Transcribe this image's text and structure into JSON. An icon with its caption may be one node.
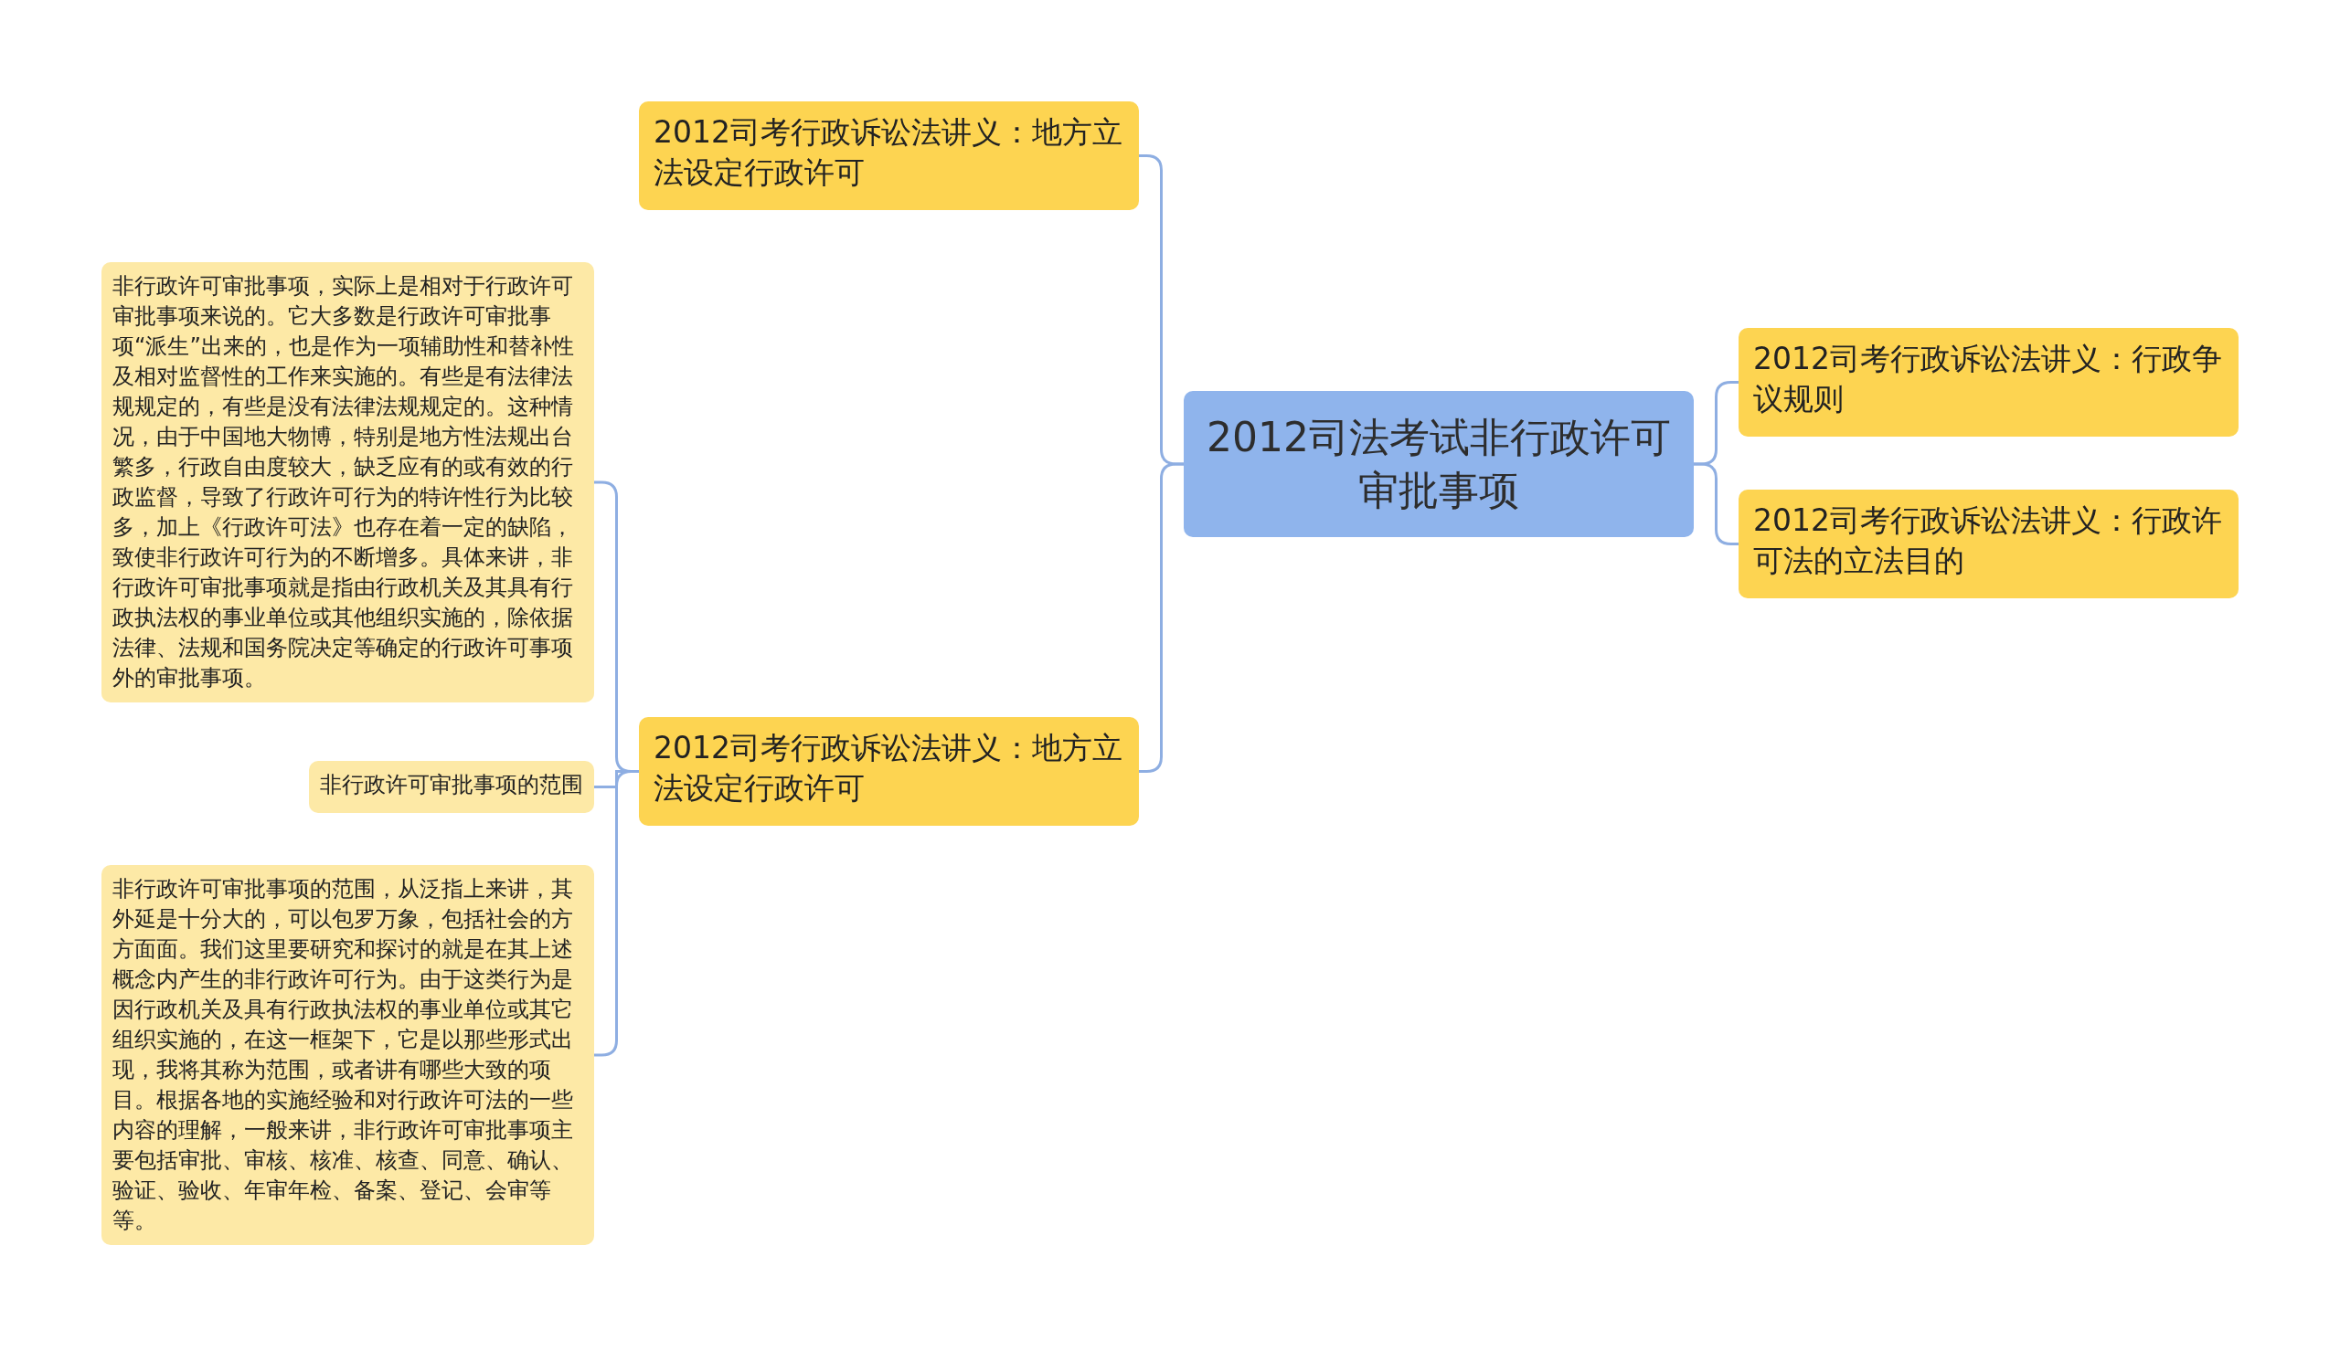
{
  "diagram": {
    "nodes": [
      {
        "text": [
          "2012司法考试非行政许可审批事项"
        ]
      },
      {
        "text": [
          "2012司考行政诉讼法讲义：地方立法设定行政许可"
        ]
      },
      {
        "text": [
          "2012司考行政诉讼法讲义：地方立法设定行政许可"
        ]
      },
      {
        "text": [
          "非行政许可审批事项，实际上是相对于行政许可审批事项来说的。它大多数是行政许可审批事项“派生”出来的，也是作为一项辅助性和替补性及相对监督性的工作来实施的。有些是有法律法规规定的，有些是没有法律法规规定的。这种情况，由于中国地大物博，特别是地方性法规出台繁多，行政自由度较大，缺乏应有的或有效的行政监督，导致了行政许可行为的特许性行为比较多，加上《行政许可法》也存在着一定的缺陷，致使非行政许可行为的不断增多。具体来讲，非行政许可审批事项就是指由行政机关及其具有行政执法权的事业单位或其他组织实施的，除依据法律、法规和国务院决定等确定的行政许可事项外的审批事项。"
        ]
      },
      {
        "text": [
          "非行政许可审批事项的范围"
        ]
      },
      {
        "text": [
          "非行政许可审批事项的范围，从泛指上来讲，其外延是十分大的，可以包罗万象，包括社会的方方面面。我们这里要研究和探讨的就是在其上述概念内产生的非行政许可行为。由于这类行为是因行政机关及具有行政执法权的事业单位或其它组织实施的，在这一框架下，它是以那些形式出现，我将其称为范围，或者讲有哪些大致的项目。根据各地的实施经验和对行政许可法的一些内容的理解，一般来讲，非行政许可审批事项主要包括审批、审核、核准、核查、同意、确认、验证、验收、年审年检、备案、登记、会审等等。"
        ]
      },
      {
        "text": [
          "2012司考行政诉讼法讲义：行政争议规则"
        ]
      },
      {
        "text": [
          "2012司考行政诉讼法讲义：行政许可法的立法目的"
        ]
      }
    ],
    "edges": [
      {
        "from": 0,
        "to": 1,
        "arrow": "none"
      },
      {
        "from": 0,
        "to": 2,
        "arrow": "none"
      },
      {
        "from": 0,
        "to": 6,
        "arrow": "none"
      },
      {
        "from": 0,
        "to": 7,
        "arrow": "none"
      },
      {
        "from": 2,
        "to": 3,
        "arrow": "none"
      },
      {
        "from": 2,
        "to": 4,
        "arrow": "none"
      },
      {
        "from": 2,
        "to": 5,
        "arrow": "none"
      }
    ]
  }
}
